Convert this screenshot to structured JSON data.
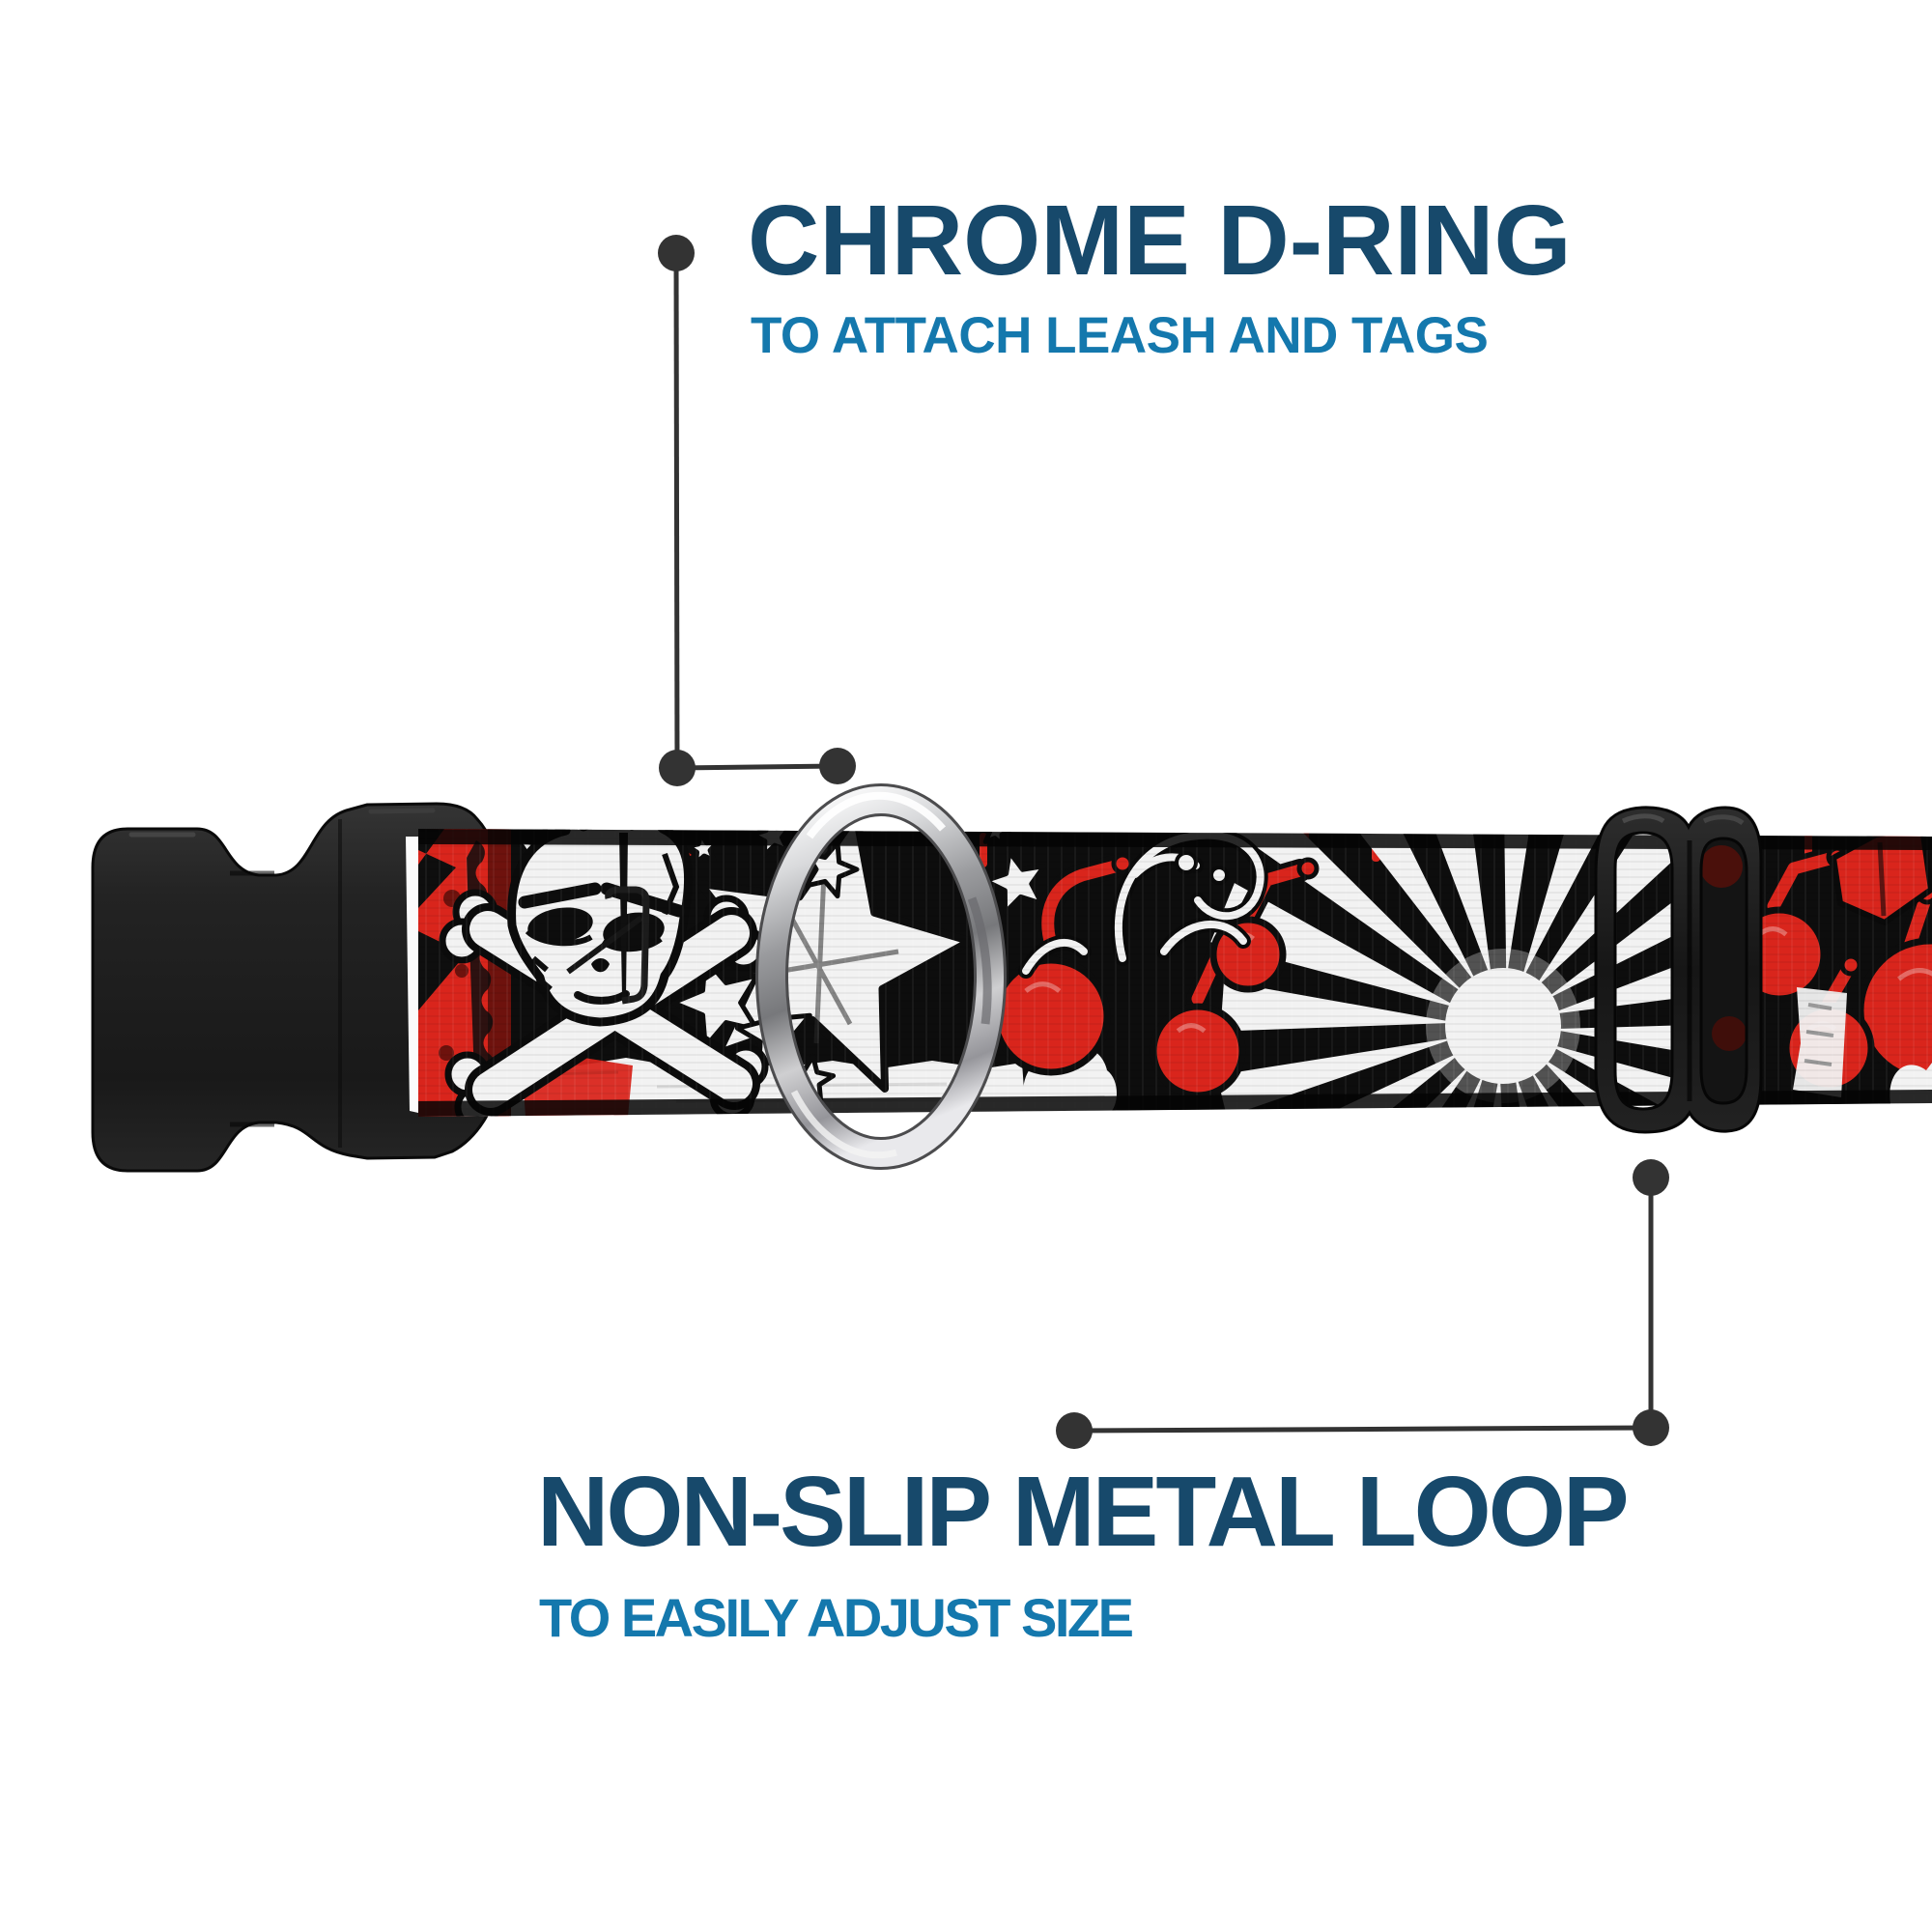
{
  "page": {
    "background": "#ffffff"
  },
  "annotations": {
    "dring": {
      "title": "CHROME D-RING",
      "subtitle": "TO ATTACH LEASH AND TAGS"
    },
    "loop": {
      "title": "NON-SLIP METAL LOOP",
      "subtitle": "TO EASILY ADJUST SIZE"
    }
  },
  "colors": {
    "title_navy": "#17496B",
    "subtitle_blue": "#1478AD",
    "callout_gray": "#333333",
    "pattern_red": "#D9251C",
    "pattern_dark_red": "#6E120D",
    "pattern_black": "#0D0D0D",
    "pattern_white": "#F2F2F2",
    "plastic_black": "#1F1F1F",
    "chrome_light": "#F4F4F4",
    "chrome_dark": "#5E5E60"
  },
  "artwork": {
    "collar_pattern_elements": [
      "skull and crossbones",
      "white stars",
      "red cherry bombs",
      "white sunburst",
      "red grunge stripe",
      "white skeleton scribble"
    ]
  }
}
